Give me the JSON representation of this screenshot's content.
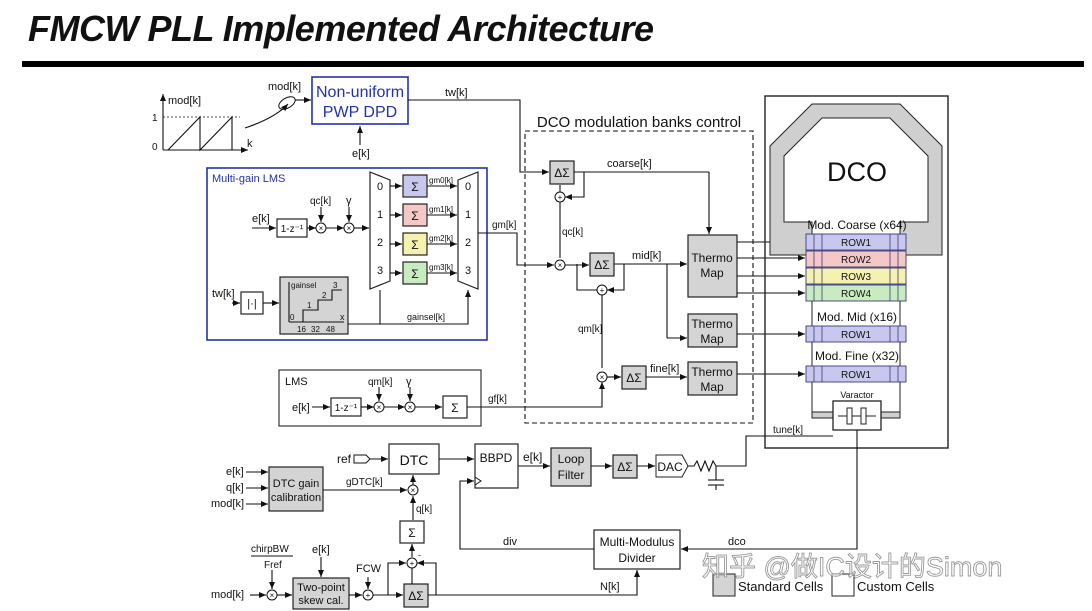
{
  "title": "FMCW PLL Implemented Architecture",
  "watermark": "知乎 @做IC设计的Simon",
  "mod_graph": {
    "ylabel": "mod[k]",
    "y1": "1",
    "y0": "0",
    "xlabel": "k"
  },
  "pwp": {
    "in_label": "mod[k]",
    "line1": "Non-uniform",
    "line2": "PWP DPD",
    "err": "e[k]",
    "out": "tw[k]",
    "color": "#2233aa"
  },
  "mglms": {
    "title": "Multi-gain LMS",
    "err": "e[k]",
    "filter": "1-z⁻¹",
    "step": "qc[k]",
    "gamma": "γ",
    "mux_idx": [
      "0",
      "1",
      "2",
      "3"
    ],
    "sigma": "Σ",
    "sigma_colors": [
      "#c8c8ee",
      "#f5c8c8",
      "#f5f2b0",
      "#c8ecc0"
    ],
    "gm": [
      "gm0[k]",
      "gm1[k]",
      "gm2[k]",
      "gm3[k]"
    ],
    "out": "gm[k]",
    "tw": "tw[k]",
    "abs": "|·|",
    "gain_y": "gainsel",
    "gain_vals": [
      "0",
      "1",
      "2",
      "3"
    ],
    "gain_x": [
      "16",
      "32",
      "48"
    ],
    "gain_xvar": "x",
    "gainsel": "gainsel[k]"
  },
  "dco_ctrl": {
    "title": "DCO modulation banks control",
    "ds": "ΔΣ",
    "coarse": "coarse[k]",
    "qc": "qc[k]",
    "mid": "mid[k]",
    "qm": "qm[k]",
    "fine": "fine[k]",
    "thermo1": "Thermo",
    "thermo2": "Map"
  },
  "lms": {
    "title": "LMS",
    "err": "e[k]",
    "filter": "1-z⁻¹",
    "step": "qm[k]",
    "gamma": "γ",
    "sigma": "Σ",
    "out": "gf[k]"
  },
  "dco": {
    "label": "DCO",
    "coarse": "Mod. Coarse (x64)",
    "coarse_rows": [
      "ROW1",
      "ROW2",
      "ROW3",
      "ROW4"
    ],
    "row_colors": [
      "#c8c8ee",
      "#f5c8c8",
      "#f5f2b0",
      "#c8ecc0"
    ],
    "mid": "Mod. Mid (x16)",
    "mid_rows": [
      "ROW1"
    ],
    "fine": "Mod. Fine (x32)",
    "fine_rows": [
      "ROW1"
    ],
    "varactor": "Varactor"
  },
  "loop": {
    "ref": "ref",
    "dtc": "DTC",
    "bbpd": "BBPD",
    "ek": "e[k]",
    "filter1": "Loop",
    "filter2": "Filter",
    "ds": "ΔΣ",
    "dac": "DAC",
    "tune": "tune[k]",
    "div": "div",
    "dco": "dco",
    "divider1": "Multi-Modulus",
    "divider2": "Divider",
    "nk": "N[k]"
  },
  "dtc_cal": {
    "e": "e[k]",
    "q": "q[k]",
    "mod": "mod[k]",
    "line1": "DTC gain",
    "line2": "calibration",
    "gdtc": "gDTC[k]",
    "qk": "q[k]",
    "sigma": "Σ"
  },
  "bottom": {
    "chirp": "chirpBW",
    "fref": "Fref",
    "e": "e[k]",
    "mod": "mod[k]",
    "skew1": "Two-point",
    "skew2": "skew cal.",
    "fcw": "FCW",
    "ds": "ΔΣ"
  },
  "legend": {
    "standard": "Standard Cells",
    "custom": "Custom Cells",
    "standard_color": "#d4d4d4"
  }
}
